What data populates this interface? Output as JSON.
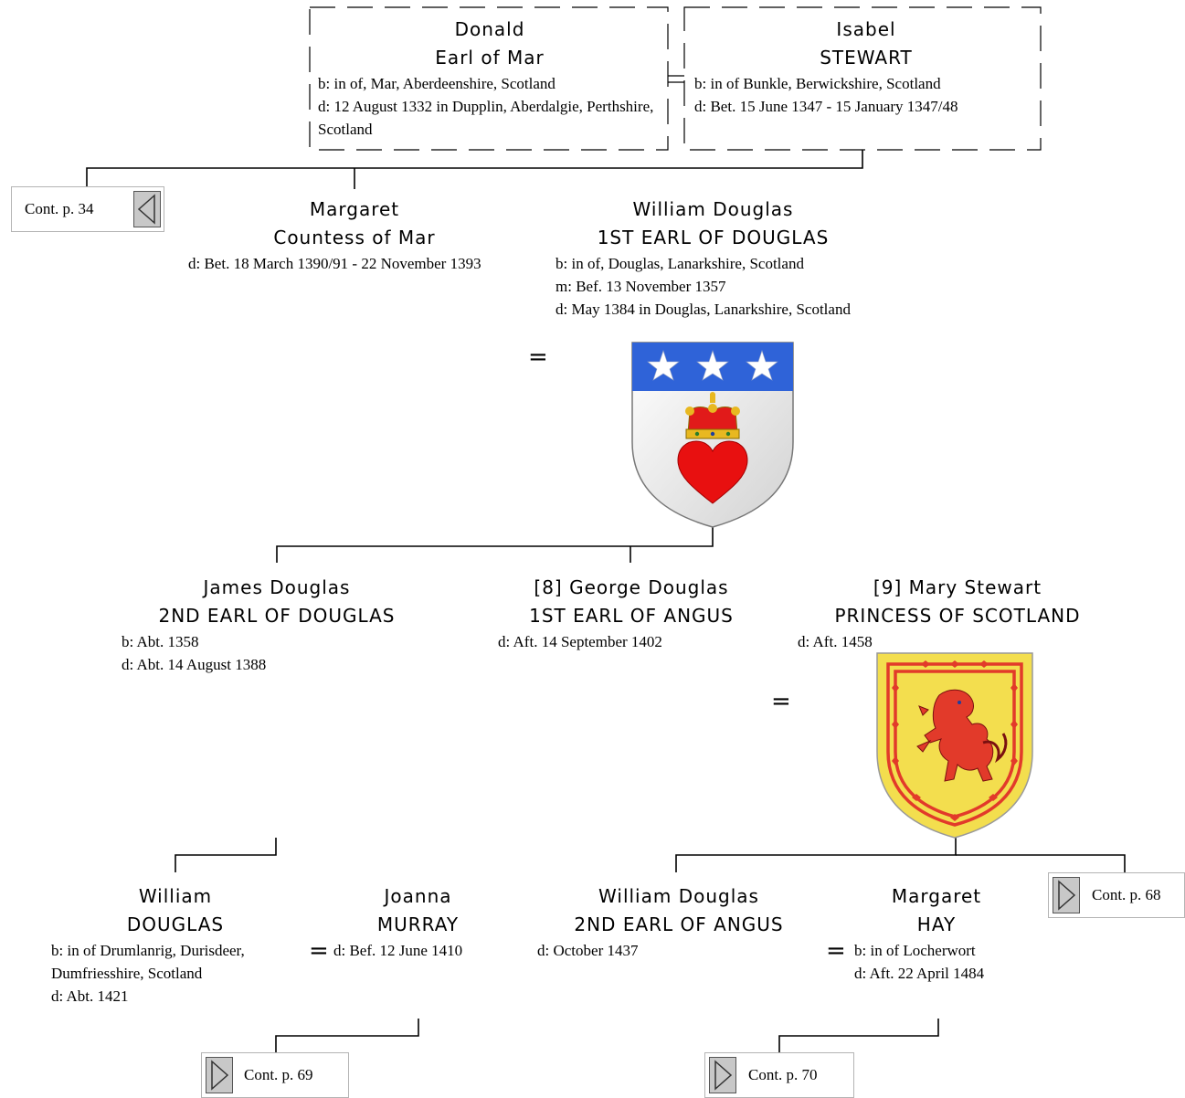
{
  "tree": {
    "donald": {
      "name": "Donald",
      "title": "Earl of Mar",
      "details": [
        "b: in of, Mar, Aberdeenshire, Scotland",
        "d: 12 August 1332 in Dupplin, Aberdalgie, Perthshire, Scotland"
      ]
    },
    "isabel": {
      "name": "Isabel",
      "title": "STEWART",
      "details": [
        "b: in of Bunkle, Berwickshire, Scotland",
        "d: Bet. 15 June 1347 - 15 January 1347/48"
      ]
    },
    "margaret_mar": {
      "name": "Margaret",
      "title": "Countess of Mar",
      "details": [
        "d: Bet. 18 March 1390/91 - 22 November 1393"
      ]
    },
    "william_douglas_1": {
      "name": "William Douglas",
      "title": "1ST EARL OF DOUGLAS",
      "details": [
        "b: in of, Douglas, Lanarkshire, Scotland",
        "m: Bef. 13 November 1357",
        "d: May 1384 in Douglas, Lanarkshire, Scotland"
      ]
    },
    "james_douglas": {
      "name": "James Douglas",
      "title": "2ND EARL OF DOUGLAS",
      "details": [
        "b: Abt. 1358",
        "d: Abt. 14 August 1388"
      ]
    },
    "george_douglas": {
      "name": "[8] George Douglas",
      "title": "1ST EARL OF ANGUS",
      "details": [
        "d: Aft. 14 September 1402"
      ]
    },
    "mary_stewart": {
      "name": "[9] Mary Stewart",
      "title": "PRINCESS OF SCOTLAND",
      "details": [
        "d: Aft. 1458"
      ]
    },
    "william_douglas_drumlanrig": {
      "name": "William",
      "title": "DOUGLAS",
      "details": [
        "b: in of Drumlanrig, Durisdeer, Dumfriesshire, Scotland",
        "d: Abt. 1421"
      ]
    },
    "joanna_murray": {
      "name": "Joanna",
      "title": "MURRAY",
      "details": [
        "d: Bef. 12 June 1410"
      ]
    },
    "william_douglas_2_angus": {
      "name": "William Douglas",
      "title": "2ND EARL OF ANGUS",
      "details": [
        "d: October 1437"
      ]
    },
    "margaret_hay": {
      "name": "Margaret",
      "title": "HAY",
      "details": [
        "b: in of Locherwort",
        "d: Aft. 22 April 1484"
      ]
    }
  },
  "marriage_symbol": "=",
  "continuations": {
    "p34": {
      "label": "Cont. p. 34",
      "direction": "left"
    },
    "p68": {
      "label": "Cont. p. 68",
      "direction": "right"
    },
    "p69": {
      "label": "Cont. p. 69",
      "direction": "right"
    },
    "p70": {
      "label": "Cont. p. 70",
      "direction": "right"
    }
  },
  "coats_of_arms": {
    "douglas": {
      "icon": "douglas-arms-icon",
      "chief_color": "#2f63d8",
      "field_color": "#e9e9e9",
      "heart_color": "#e81010",
      "crown_color": "#e8b820"
    },
    "scotland": {
      "icon": "royal-arms-of-scotland-icon",
      "field_color": "#f3de4e",
      "lion_color": "#e23a2a"
    }
  },
  "colors": {
    "line": "#000000",
    "dashed_border": "#000000",
    "cont_border": "#b4b4b4",
    "arrow_fill": "#c8c8c8"
  }
}
